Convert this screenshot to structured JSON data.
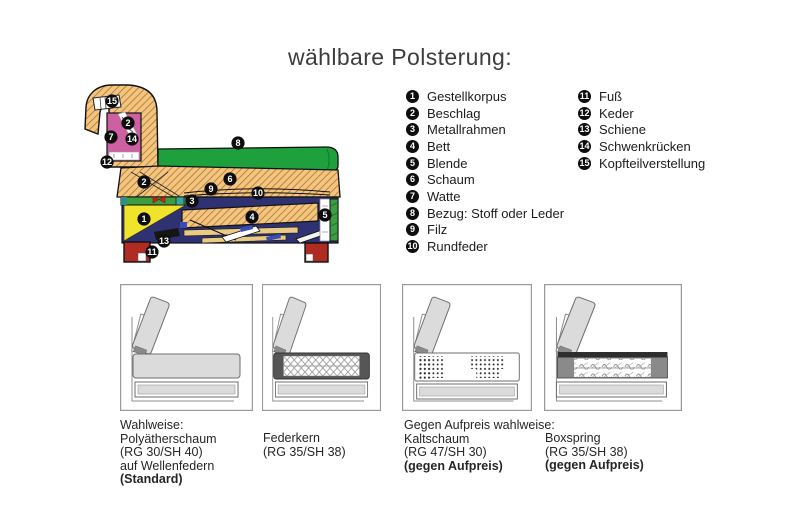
{
  "title": "wählbare Polsterung:",
  "legend": {
    "col1": [
      {
        "num": "1",
        "label": "Gestellkorpus"
      },
      {
        "num": "2",
        "label": "Beschlag"
      },
      {
        "num": "3",
        "label": "Metallrahmen"
      },
      {
        "num": "4",
        "label": "Bett"
      },
      {
        "num": "5",
        "label": "Blende"
      },
      {
        "num": "6",
        "label": "Schaum"
      },
      {
        "num": "7",
        "label": "Watte"
      },
      {
        "num": "8",
        "label": "Bezug: Stoff oder Leder"
      },
      {
        "num": "9",
        "label": "Filz"
      },
      {
        "num": "10",
        "label": "Rundfeder"
      }
    ],
    "col2": [
      {
        "num": "11",
        "label": "Fuß"
      },
      {
        "num": "12",
        "label": "Keder"
      },
      {
        "num": "13",
        "label": "Schiene"
      },
      {
        "num": "14",
        "label": "Schwenkrücken"
      },
      {
        "num": "15",
        "label": "Kopfteilverstellung"
      }
    ]
  },
  "diagram": {
    "markers": [
      "15",
      "2",
      "7",
      "14",
      "12",
      "8",
      "2",
      "6",
      "9",
      "10",
      "3",
      "1",
      "4",
      "5",
      "13",
      "11"
    ]
  },
  "colors": {
    "foam": "#F2C67E",
    "foam_hatch": "#B9793B",
    "cover_green": "#1EA03C",
    "swivel_pink": "#CE5FA0",
    "corpus_yellow": "#F0E32B",
    "body_navy": "#2E3272",
    "foot_red": "#B02B22",
    "frame_green": "#3C9E41",
    "rail_teal": "#35A79E",
    "badge_black": "#0d0d0d"
  },
  "options": {
    "captions": [
      {
        "lines": [
          "Wahlweise:",
          "Polyätherschaum",
          "(RG 30/SH 40)",
          "auf Wellenfedern",
          "(Standard)"
        ]
      },
      {
        "lines": [
          "Federkern",
          "(RG 35/SH 38)"
        ]
      },
      {
        "lines": [
          "Gegen Aufpreis wahlweise:",
          "Kaltschaum",
          "(RG 47/SH 30)",
          "(gegen Aufpreis)"
        ]
      },
      {
        "lines": [
          "Boxspring",
          "(RG 35/SH 38)",
          "(gegen Aufpreis)"
        ]
      }
    ]
  }
}
